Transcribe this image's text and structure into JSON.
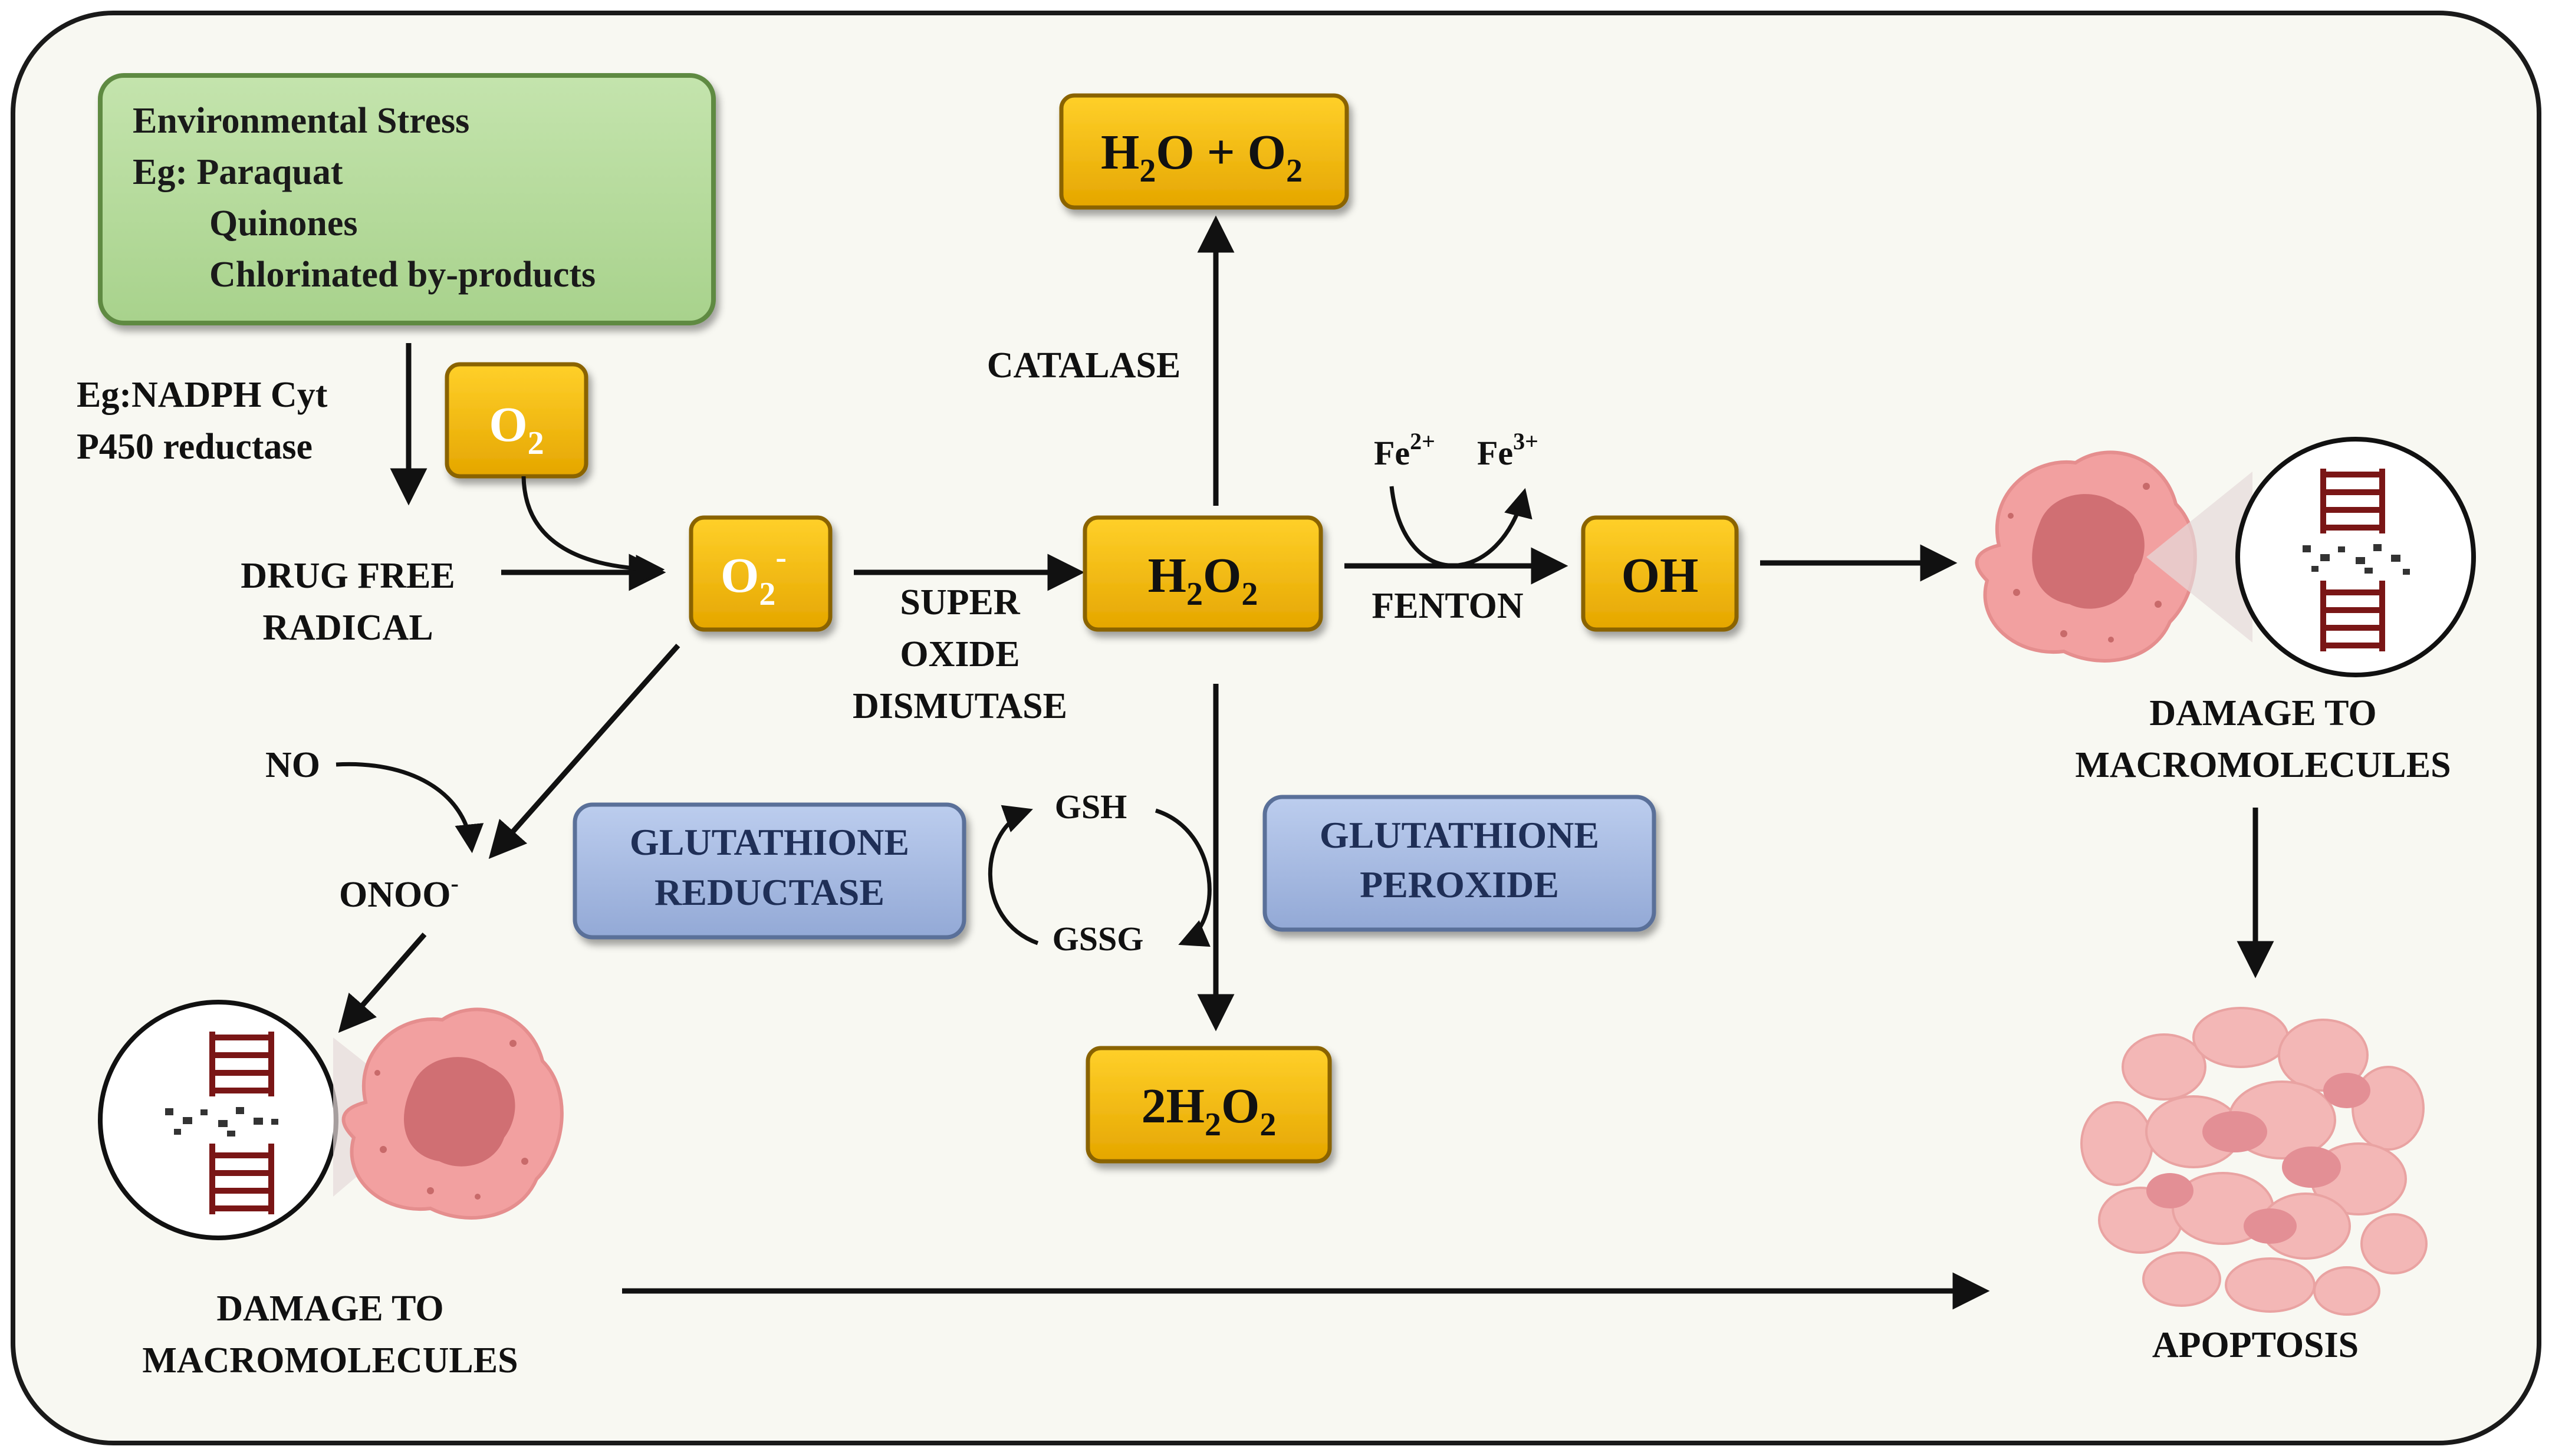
{
  "colors": {
    "panel_fill": "#f8f8f2",
    "panel_stroke": "#1a1a1a",
    "env_fill": "#b6dc9c",
    "env_stroke": "#5f8a43",
    "node_fill": "#f3b913",
    "node_stroke": "#8a6400",
    "enzyme_fill": "#a9bde3",
    "enzyme_stroke": "#5a6f99",
    "cell_fill": "#f2a0a0",
    "nucleus_fill": "#d06f73",
    "dna_color": "#7a1616",
    "arrow": "#111111"
  },
  "environment": {
    "line1": "Environmental Stress",
    "line2": "Eg: Paraquat",
    "line3": "Quinones",
    "line4": "Chlorinated by-products"
  },
  "enzyme_note": {
    "line1": "Eg:NADPH Cyt",
    "line2": "P450 reductase"
  },
  "drug_radical": {
    "line1": "DRUG FREE",
    "line2": "RADICAL"
  },
  "nodes": {
    "o2": {
      "base": "O",
      "sub": "2"
    },
    "superoxide": {
      "base": "O",
      "sub": "2",
      "sup": "-"
    },
    "h2o2": {
      "part1": "H",
      "sub1": "2",
      "part2": "O",
      "sub2": "2"
    },
    "water_oxygen": {
      "part1": "H",
      "sub1": "2",
      "part2": "O + O",
      "sub2": "2"
    },
    "oh": {
      "text": "OH"
    },
    "two_h2o2": {
      "part1": "2H",
      "sub1": "2",
      "part2": "O",
      "sub2": "2"
    }
  },
  "labels": {
    "catalase": "CATALASE",
    "sod_line1": "SUPER",
    "sod_line2": "OXIDE",
    "sod_line3": "DISMUTASE",
    "fenton": "FENTON",
    "fe2": {
      "base": "Fe",
      "sup": "2+"
    },
    "fe3": {
      "base": "Fe",
      "sup": "3+"
    },
    "no": "NO",
    "onoo": {
      "base": "ONOO",
      "sup": "-"
    },
    "gsh": "GSH",
    "gssg": "GSSG"
  },
  "enzymes": {
    "reductase": {
      "line1": "GLUTATHIONE",
      "line2": "REDUCTASE"
    },
    "peroxide": {
      "line1": "GLUTATHIONE",
      "line2": "PEROXIDE"
    }
  },
  "outcomes": {
    "damage_right": {
      "line1": "DAMAGE TO",
      "line2": "MACROMOLECULES"
    },
    "damage_left": {
      "line1": "DAMAGE TO",
      "line2": "MACROMOLECULES"
    },
    "apoptosis": "APOPTOSIS"
  },
  "icons": {
    "cell": "damaged-cell-icon",
    "dna": "broken-dna-icon",
    "apoptosis": "apoptotic-fragments-icon"
  }
}
